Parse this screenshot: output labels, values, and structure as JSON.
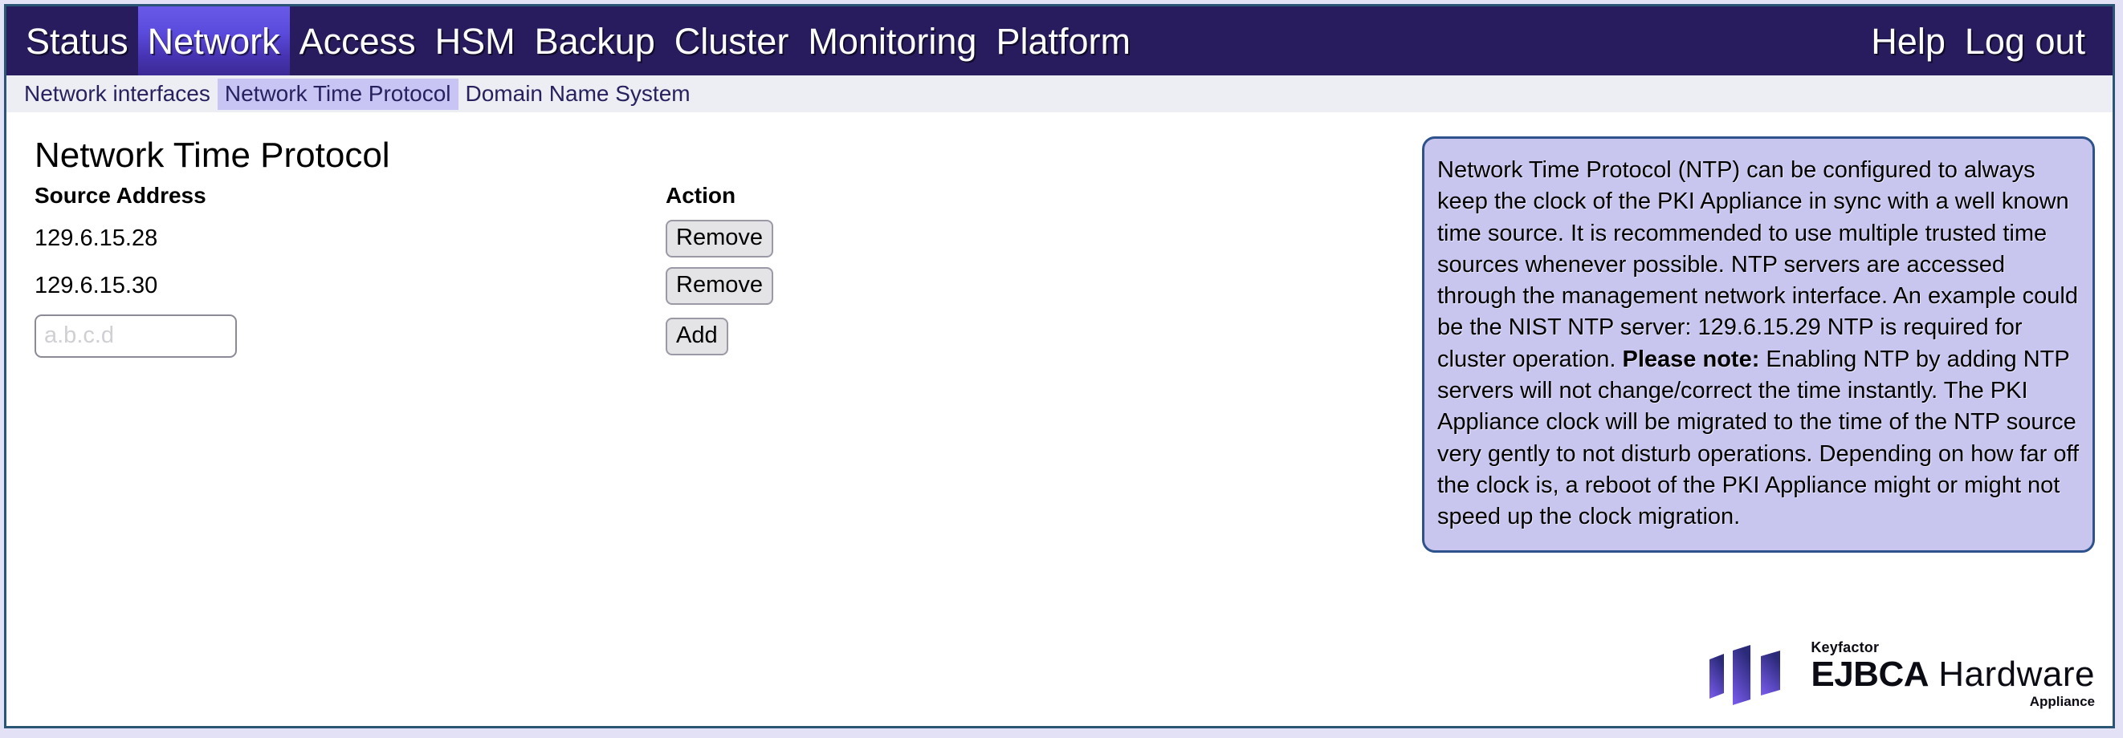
{
  "navbar": {
    "primary_items": [
      {
        "label": "Status",
        "active": false
      },
      {
        "label": "Network",
        "active": true
      },
      {
        "label": "Access",
        "active": false
      },
      {
        "label": "HSM",
        "active": false
      },
      {
        "label": "Backup",
        "active": false
      },
      {
        "label": "Cluster",
        "active": false
      },
      {
        "label": "Monitoring",
        "active": false
      },
      {
        "label": "Platform",
        "active": false
      }
    ],
    "right_items": [
      {
        "label": "Help"
      },
      {
        "label": "Log out"
      }
    ],
    "bg_color": "#281c5e",
    "active_color": "#5b4bdd"
  },
  "subnav": {
    "items": [
      {
        "label": "Network interfaces",
        "active": false
      },
      {
        "label": "Network Time Protocol",
        "active": true
      },
      {
        "label": "Domain Name System",
        "active": false
      }
    ],
    "bg_color": "#eceef3",
    "active_bg_color": "#c8c4f4",
    "text_color": "#27215e"
  },
  "main": {
    "title": "Network Time Protocol",
    "table": {
      "headers": {
        "source_address": "Source Address",
        "action": "Action"
      },
      "rows": [
        {
          "address": "129.6.15.28",
          "action_label": "Remove"
        },
        {
          "address": "129.6.15.30",
          "action_label": "Remove"
        }
      ],
      "new_row": {
        "placeholder": "a.b.c.d",
        "value": "",
        "action_label": "Add"
      }
    }
  },
  "info_panel": {
    "text_part_1": "Network Time Protocol (NTP) can be configured to always keep the clock of the PKI Appliance in sync with a well known time source. It is recommended to use multiple trusted time sources whenever possible. NTP servers are accessed through the management network interface. An example could be the NIST NTP server: 129.6.15.29 NTP is required for cluster operation. ",
    "emphasis": "Please note:",
    "text_part_2": " Enabling NTP by adding NTP servers will not change/correct the time instantly. The PKI Appliance clock will be migrated to the time of the NTP source very gently to not disturb operations. Depending on how far off the clock is, a reboot of the PKI Appliance might or might not speed up the clock migration.",
    "bg_color": "#c8c6ee",
    "border_color": "#2d528c"
  },
  "logo": {
    "brand": "Keyfactor",
    "product_bold": "EJBCA",
    "product_light": "Hardware",
    "sub": "Appliance",
    "mark_gradient_start": "#7b5cf0",
    "mark_gradient_end": "#2b2a78"
  }
}
